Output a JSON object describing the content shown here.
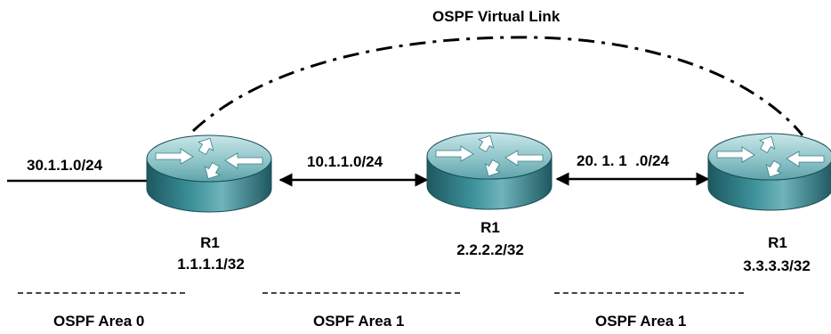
{
  "virtual_link": {
    "label": "OSPF Virtual Link"
  },
  "routers": [
    {
      "name": "R1",
      "loopback": "1.1.1.1/32"
    },
    {
      "name": "R1",
      "loopback": "2.2.2.2/32"
    },
    {
      "name": "R1",
      "loopback": "3.3.3.3/32"
    }
  ],
  "links": {
    "external": "30.1.1.0/24",
    "r1_r2": "10.1.1.0/24",
    "r2_r3": "20. 1. 1  .0/24"
  },
  "areas": [
    "OSPF Area 0",
    "OSPF Area 1",
    "OSPF Area 1"
  ],
  "colors": {
    "router_body": "#2f7d86",
    "router_top": "#9fd1d4",
    "router_shadow": "#1f5a63",
    "line": "#000000"
  }
}
